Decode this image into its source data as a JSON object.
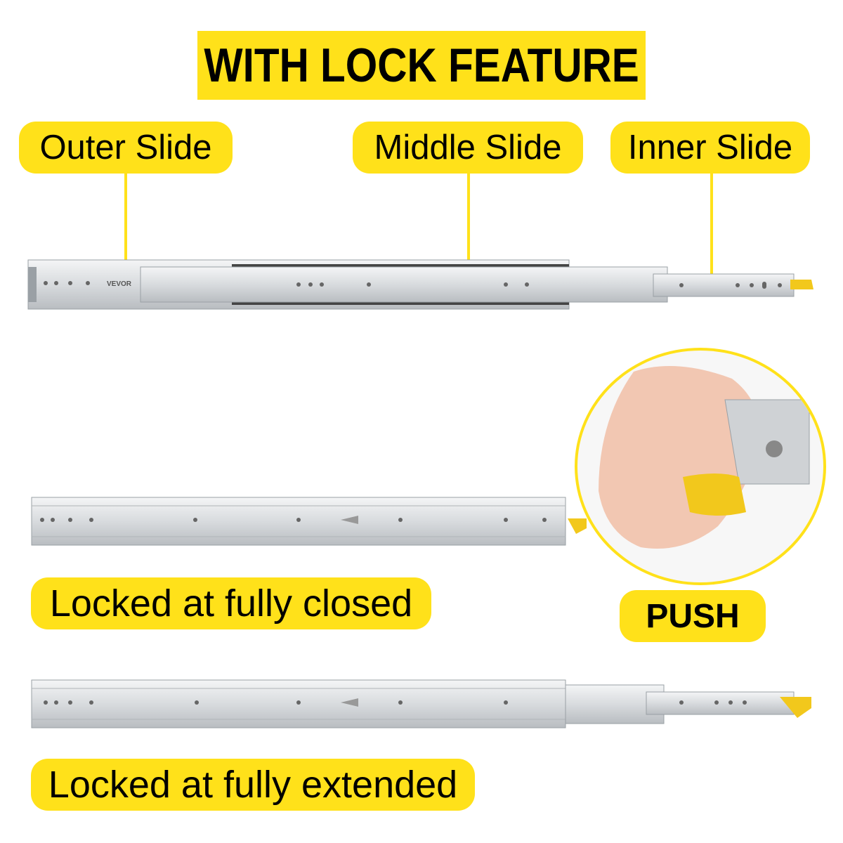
{
  "title": "WITH LOCK FEATURE",
  "labels": {
    "outer_slide": "Outer Slide",
    "middle_slide": "Middle Slide",
    "inner_slide": "Inner Slide"
  },
  "captions": {
    "closed": "Locked at fully closed",
    "extended": "Locked at fully extended",
    "push": "PUSH"
  },
  "brand": "VEVOR",
  "colors": {
    "accent": "#FFE11A",
    "lever": "#F2C81C",
    "steel": "#D9DCDF",
    "text": "#000000"
  },
  "icons": [
    "lock-lever-icon",
    "finger-push-photo"
  ]
}
